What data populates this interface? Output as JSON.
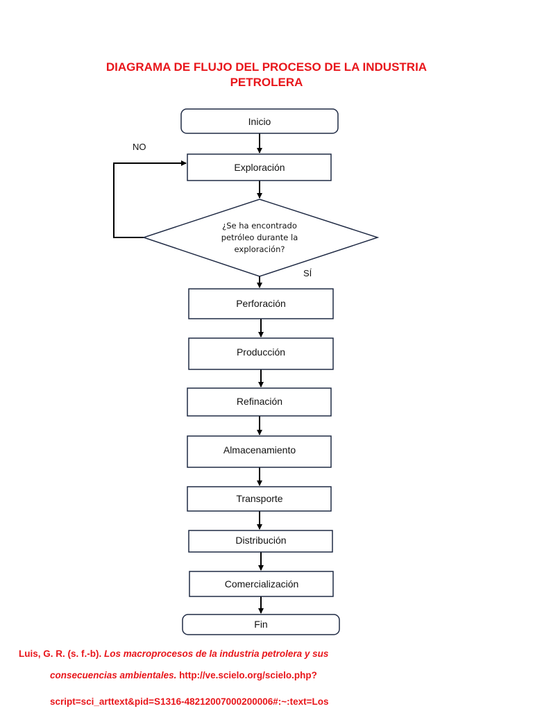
{
  "title": {
    "line1": "DIAGRAMA DE FLUJO DEL PROCESO DE LA INDUSTRIA",
    "line2": "PETROLERA"
  },
  "nodes": {
    "start": "Inicio",
    "exploration": "Exploración",
    "decision": [
      "¿Se ha encontrado",
      "petróleo durante la",
      "exploración?"
    ],
    "drilling": "Perforación",
    "production": "Producción",
    "refining": "Refinación",
    "storage": "Almacenamiento",
    "transport": "Transporte",
    "distribution": "Distribución",
    "commercialization": "Comercialización",
    "end": "Fin"
  },
  "branch_labels": {
    "no": "NO",
    "yes": "SÍ"
  },
  "citation": {
    "author": "Luis, G. R. (s. f.-b). ",
    "work_title_part1": "Los macroprocesos de la industria petrolera y sus",
    "work_title_part2": "consecuencias ambientales.",
    "url_part1": " http://ve.scielo.org/scielo.php?",
    "url_part2": "script=sci_arttext&pid=S1316-48212007000200006#:~:text=Los"
  },
  "colors": {
    "accent": "#e8161b",
    "box_border": "#1f2a44",
    "line": "#000000"
  }
}
